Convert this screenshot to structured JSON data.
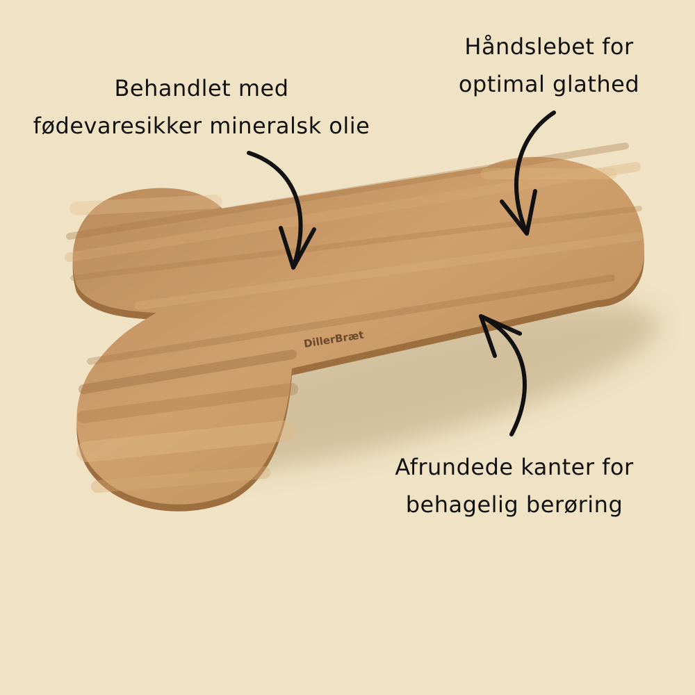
{
  "product": {
    "brand_mark": "DillerBræt",
    "wood_color": "#c99a63",
    "background_color": "#f0e3c5"
  },
  "callouts": {
    "oil": {
      "line1": "Behandlet med",
      "line2": "fødevaresikker mineralsk olie",
      "icon": "arrow-down-icon"
    },
    "sanded": {
      "line1": "Håndslebet for",
      "line2": "optimal glathed",
      "icon": "arrow-down-icon"
    },
    "edges": {
      "line1": "Afrundede kanter for",
      "line2": "behagelig berøring",
      "icon": "arrow-up-icon"
    }
  }
}
